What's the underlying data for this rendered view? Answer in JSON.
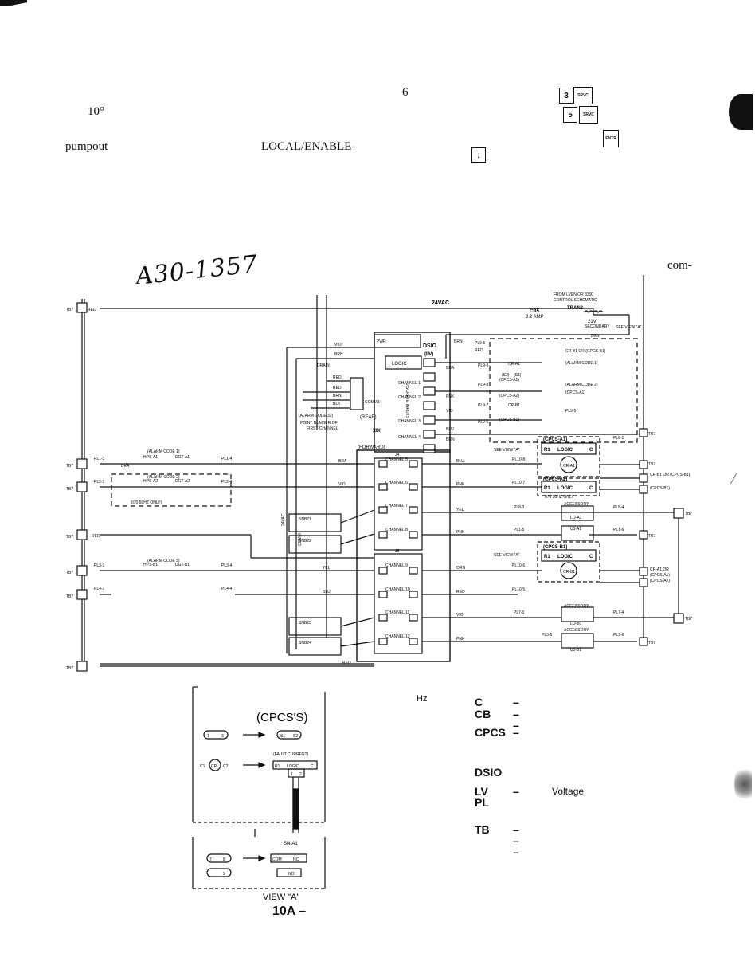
{
  "page": {
    "fragments": {
      "six": "6",
      "ten_deg": "10°",
      "pumpout": "pumpout",
      "local_enable": "LOCAL/ENABLE-",
      "com": "com-",
      "handwritten": "A30-1357"
    },
    "keys": {
      "k3": "3",
      "srvc": "SRVC",
      "k5": "5",
      "enter": "ENTR",
      "down_arrow": "↓"
    }
  },
  "diagram": {
    "top": {
      "v24ac": "24VAC",
      "from_label": "FROM LVEN OR 3300",
      "control_schematic": "CONTROL SCHEMATIC",
      "tran2": "TRAN2",
      "cb5": "CB5",
      "amp": "3.2 AMP",
      "v21": "21V",
      "secondary": "SECONDARY",
      "see_view_a": "SEE VIEW \"A\"",
      "brn": "BRN",
      "red": "RED"
    },
    "dsio": {
      "title": "DSIO",
      "lv": "(LV)",
      "logic": "LOGIC",
      "j3": "J3",
      "j4": "J4",
      "j5": "J5",
      "pwr": "PWR",
      "channel_1": "CHANNEL 1",
      "channel_2": "CHANNEL 2",
      "channel_3": "CHANNEL 3",
      "channel_4": "CHANNEL 4",
      "discrete_inputs": "DISCRETE INPUTS",
      "comm3": "COMM3",
      "alarm_code_32": "(ALARM CODE 32)",
      "drain": "DRAIN",
      "point_number": "POINT NUMBER OF",
      "first_channel": "FIRST CHANNEL",
      "rear": "(REAR)",
      "forward": "(FORWARD)",
      "xix": "XIX",
      "two_vac": "24VAC",
      "comm": "COMM"
    },
    "channels": [
      "CHANNEL 5",
      "CHANNEL 6",
      "CHANNEL 7",
      "CHANNEL 8",
      "CHANNEL 9",
      "CHANNEL 10",
      "CHANNEL 11",
      "CHANNEL 12"
    ],
    "left": {
      "tb": "TB7",
      "alarm_code_1": "(ALARM CODE 1)",
      "alarm_code_2": "(ALARM CODE 2)",
      "alarm_code_5": "(ALARM CODE 5)",
      "hps_a1": "HPS-A1",
      "dgt_a1": "DGT-A1",
      "hps_a2": "HPS-A2",
      "dgt_a2": "DGT-A2",
      "hps_b1": "HPS-B1",
      "dgt_b1": "DGT-B1",
      "pl1_3": "PL1-3",
      "pl1_4": "PL1-4",
      "pl2_3": "PL2-3",
      "pl2_4": "PL2-4",
      "pl3_3": "PL3-3",
      "pl3_4": "PL3-4",
      "pl4_3": "PL4-3",
      "pl4_4": "PL4-4",
      "only_070": "070 50HZ ONLY)",
      "snb21": "SNB21",
      "snb22": "SNB22",
      "snb23": "SNB23",
      "snb24": "SNB24"
    },
    "wires": {
      "red": "RED",
      "bra": "BRA",
      "vio": "VIO",
      "yel": "YEL",
      "blu": "BLU",
      "orn": "ORN",
      "pnk": "PNK",
      "brn": "BRN",
      "blk": "BLK"
    },
    "right": {
      "pl9_5": "PL9-5",
      "pl9_9": "PL9-9",
      "pl9_8": "PL9-8",
      "pl9_7": "PL9-7",
      "pl9_6": "PL9-6",
      "cr_b1_or": "CR-B1 OR (CPCS-B1)",
      "alarm_1": "(ALARM CODE 1)",
      "alarm_2": "(ALARM CODE 2)",
      "cr_a1": "CR-A1",
      "cr_b1": "CR-B1",
      "cpcs_a1": "(CPCS-A1)",
      "cpcs_a2": "(CPCS-A2)",
      "cpcs_b1": "(CPCS-B1)",
      "cs1": "(S1)",
      "cs2": "(S2)",
      "pl10_8": "PL10-8",
      "pl10_7": "PL10-7",
      "pl10_6": "PL10-6",
      "pl10_5": "PL10-5",
      "pl1_5": "PL1-5",
      "pl1_6": "PL1-6",
      "pl7_3": "PL7-3",
      "pl7_4": "PL7-4",
      "pl3_5": "PL3-5",
      "pl3_6": "PL3-6",
      "pl8_3": "PL8-3",
      "pl8_4": "PL8-4",
      "pl8_1": "PL8-1",
      "r1": "R1",
      "logic": "LOGIC",
      "c": "C",
      "accessory": "ACCESSORY",
      "lo_a1": "LO-A1",
      "u1_a1": "U1-A1",
      "u1_b1": "U1-B1",
      "lo_b1": "LO-B1",
      "cr_a1_or": "CR-A1 OR",
      "only_070": "070 50HZ ONLY",
      "see_view_a": "SEE VIEW \"A\"",
      "tb7": "TB7"
    },
    "view_a": {
      "cpcs": "(CPCS'S)",
      "fault_current": "(FAULT CURRENT)",
      "sn_a1": "SN-A1",
      "label": "VIEW \"A\"",
      "cr": "CR",
      "c1": "C1",
      "c2": "C2",
      "r1": "R1",
      "logic": "LOGIC",
      "c": "C",
      "s1": "S1",
      "s2": "S2",
      "n1": "1",
      "n2": "2",
      "n3": "3",
      "n7": "7",
      "n8": "8",
      "n9": "9",
      "com": "COM",
      "nc": "NC",
      "no": "NO"
    },
    "caption": "10A –",
    "hz": "Hz"
  },
  "legend": [
    {
      "abbr": "C",
      "dash": "–",
      "text": ""
    },
    {
      "abbr": "CB",
      "dash": "–",
      "text": ""
    },
    {
      "abbr": "",
      "dash": "–",
      "text": ""
    },
    {
      "abbr": "CPCS",
      "dash": "–",
      "text": ""
    },
    {
      "abbr": "DSIO",
      "dash": "",
      "text": ""
    },
    {
      "abbr": "LV",
      "dash": "–",
      "text": "Voltage"
    },
    {
      "abbr": "PL",
      "dash": "",
      "text": ""
    },
    {
      "abbr": "TB",
      "dash": "–",
      "text": ""
    },
    {
      "abbr": "",
      "dash": "–",
      "text": ""
    },
    {
      "abbr": "",
      "dash": "–",
      "text": ""
    }
  ]
}
